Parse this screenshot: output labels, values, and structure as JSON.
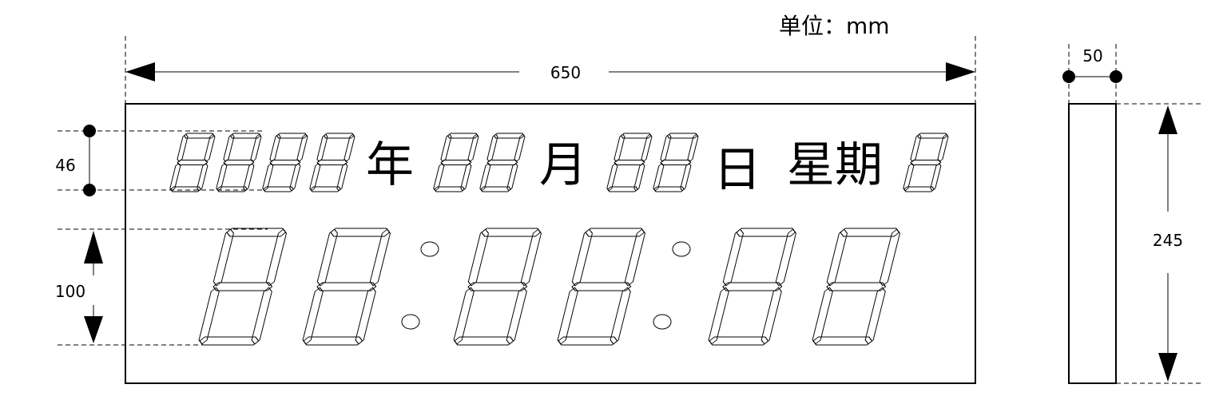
{
  "unit_label": "单位：mm",
  "dimensions": {
    "width": "650",
    "depth": "50",
    "height": "245",
    "small_digit_height": "46",
    "large_digit_height": "100"
  },
  "date_row": {
    "year": "年",
    "month": "月",
    "day": "日",
    "weekday": "星期"
  },
  "colors": {
    "line": "#000000",
    "background": "#ffffff"
  }
}
